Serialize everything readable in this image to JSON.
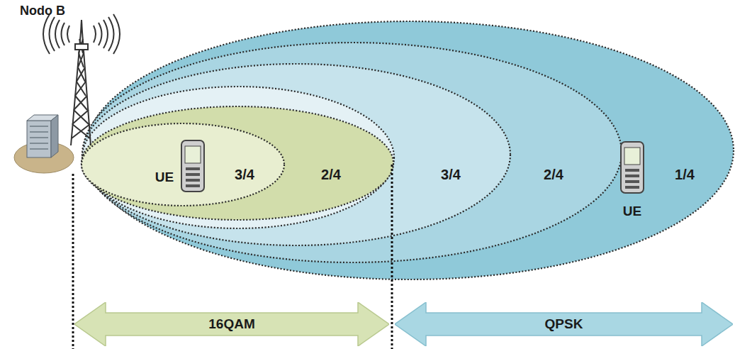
{
  "diagram": {
    "nodes": [
      {
        "text": [
          "16QAM"
        ]
      },
      {
        "text": [
          "QPSK"
        ]
      }
    ],
    "labels": [
      "Nodo B",
      "UE",
      "3/4",
      "2/4",
      "3/4",
      "2/4",
      "1/4",
      "UE"
    ]
  }
}
